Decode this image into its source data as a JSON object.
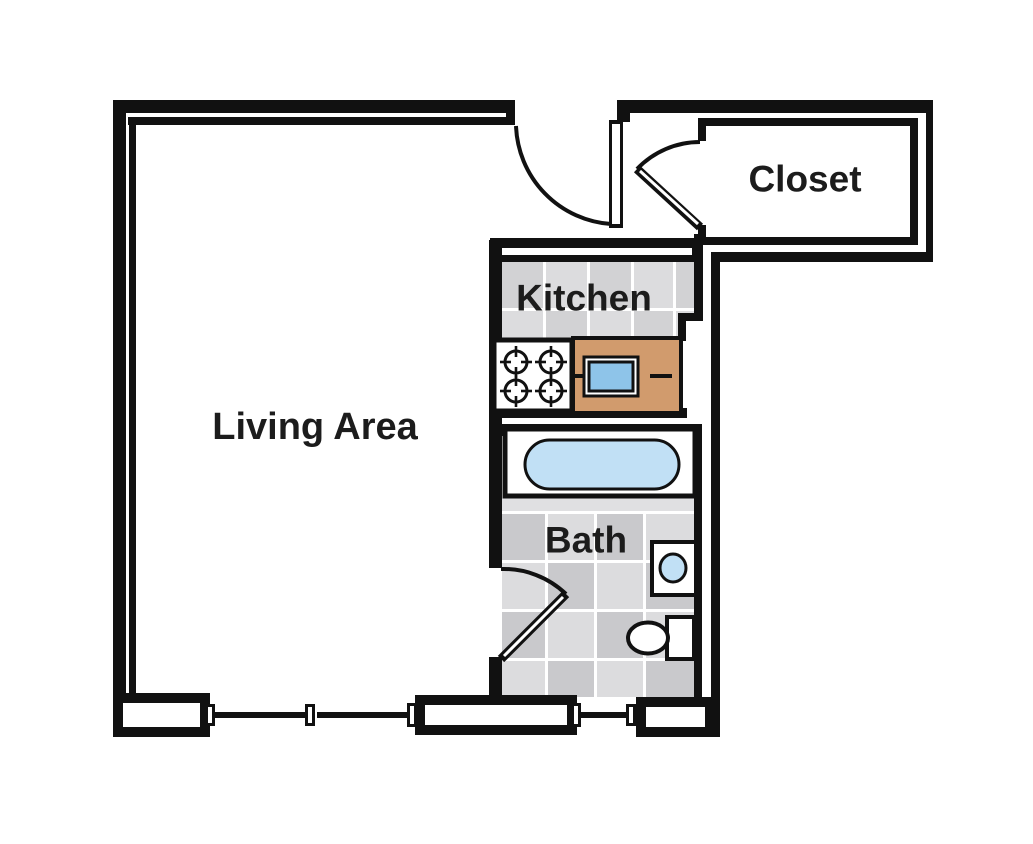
{
  "plan": {
    "rooms": {
      "living_area": {
        "label": "Living Area"
      },
      "kitchen": {
        "label": "Kitchen"
      },
      "bath": {
        "label": "Bath"
      },
      "closet": {
        "label": "Closet"
      }
    },
    "fixtures": [
      "bathtub",
      "stove-4-burner",
      "kitchen-counter",
      "kitchen-sink",
      "bathroom-sink",
      "toilet",
      "entry-door",
      "closet-door",
      "bath-door",
      "window-bottom-left",
      "window-bottom-right"
    ],
    "colors": {
      "wall": "#111111",
      "label_text": "#1c1c1c",
      "water": "#c1e0f5",
      "kitchen_sink_water": "#8ec4e9",
      "counter": "#d19b6d",
      "kitchen_tile_dark": "#d2d2d4",
      "kitchen_tile_light": "#dcdcde",
      "bath_tile_dark": "#c9c9cc",
      "bath_tile_light": "#dcdcde",
      "bath_tile_strip": "#e0e0e2",
      "background": "#ffffff"
    }
  }
}
